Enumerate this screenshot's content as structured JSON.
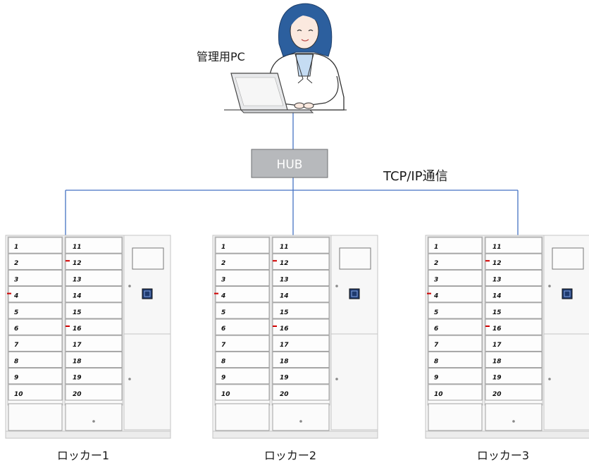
{
  "pc_label": "管理用PC",
  "hub_label": "HUB",
  "network_label": "TCP/IP通信",
  "colors": {
    "line": "#4472c4",
    "hub_fill": "#b7b9bc",
    "hub_text": "#ffffff",
    "locker_body": "#f4f4f4",
    "locker_edge": "#c4c4c4",
    "indicator": "#d00000",
    "reader": "#1f3a6e"
  },
  "lockers": [
    {
      "label": "ロッカー1",
      "doors_left": [
        "1",
        "2",
        "3",
        "4",
        "5",
        "6",
        "7",
        "8",
        "9",
        "10"
      ],
      "doors_right": [
        "11",
        "12",
        "13",
        "14",
        "15",
        "16",
        "17",
        "18",
        "19",
        "20"
      ]
    },
    {
      "label": "ロッカー2",
      "doors_left": [
        "1",
        "2",
        "3",
        "4",
        "5",
        "6",
        "7",
        "8",
        "9",
        "10"
      ],
      "doors_right": [
        "11",
        "12",
        "13",
        "14",
        "15",
        "16",
        "17",
        "18",
        "19",
        "20"
      ]
    },
    {
      "label": "ロッカー3",
      "doors_left": [
        "1",
        "2",
        "3",
        "4",
        "5",
        "6",
        "7",
        "8",
        "9",
        "10"
      ],
      "doors_right": [
        "11",
        "12",
        "13",
        "14",
        "15",
        "16",
        "17",
        "18",
        "19",
        "20"
      ]
    }
  ]
}
